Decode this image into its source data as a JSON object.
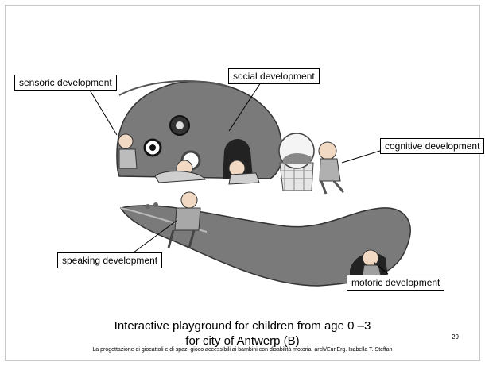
{
  "labels": {
    "sensoric": "sensoric development",
    "social": "social development",
    "cognitive": "cognitive development",
    "speaking": "speaking development",
    "motoric": "motoric development"
  },
  "caption": {
    "line1": "Interactive playground for children from age 0 –3",
    "line2": "for city of Antwerp (B)"
  },
  "footer": "La progettazione di giocattoli e di spazi-gioco accessibili ai bambini con disabilità motoria, arch/Eur.Erg. Isabella T. Steffan",
  "page_number": "29"
}
